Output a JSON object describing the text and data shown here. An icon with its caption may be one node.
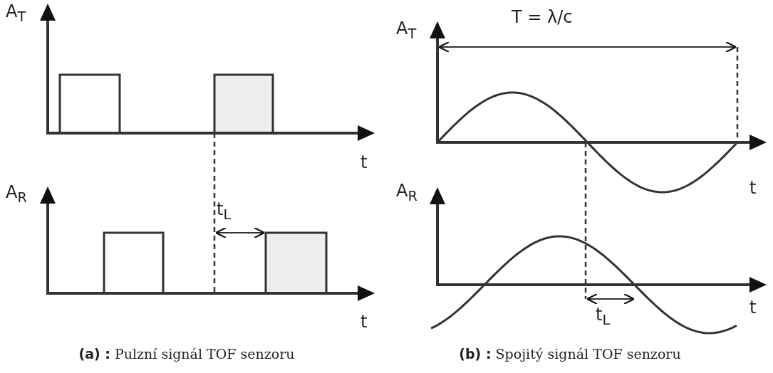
{
  "diagram": {
    "labels": [
      "A$_{T}$",
      "t",
      "A$_{R}$",
      "t$_{L}$",
      "t",
      "A$_{T}$",
      "T = λ/c",
      "t",
      "A$_{R}$",
      "t$_{L}$",
      "t",
      "**(a) :** Pulzní signál TOF senzoru",
      "**(b) :** Spojitý signál TOF senzoru"
    ]
  }
}
